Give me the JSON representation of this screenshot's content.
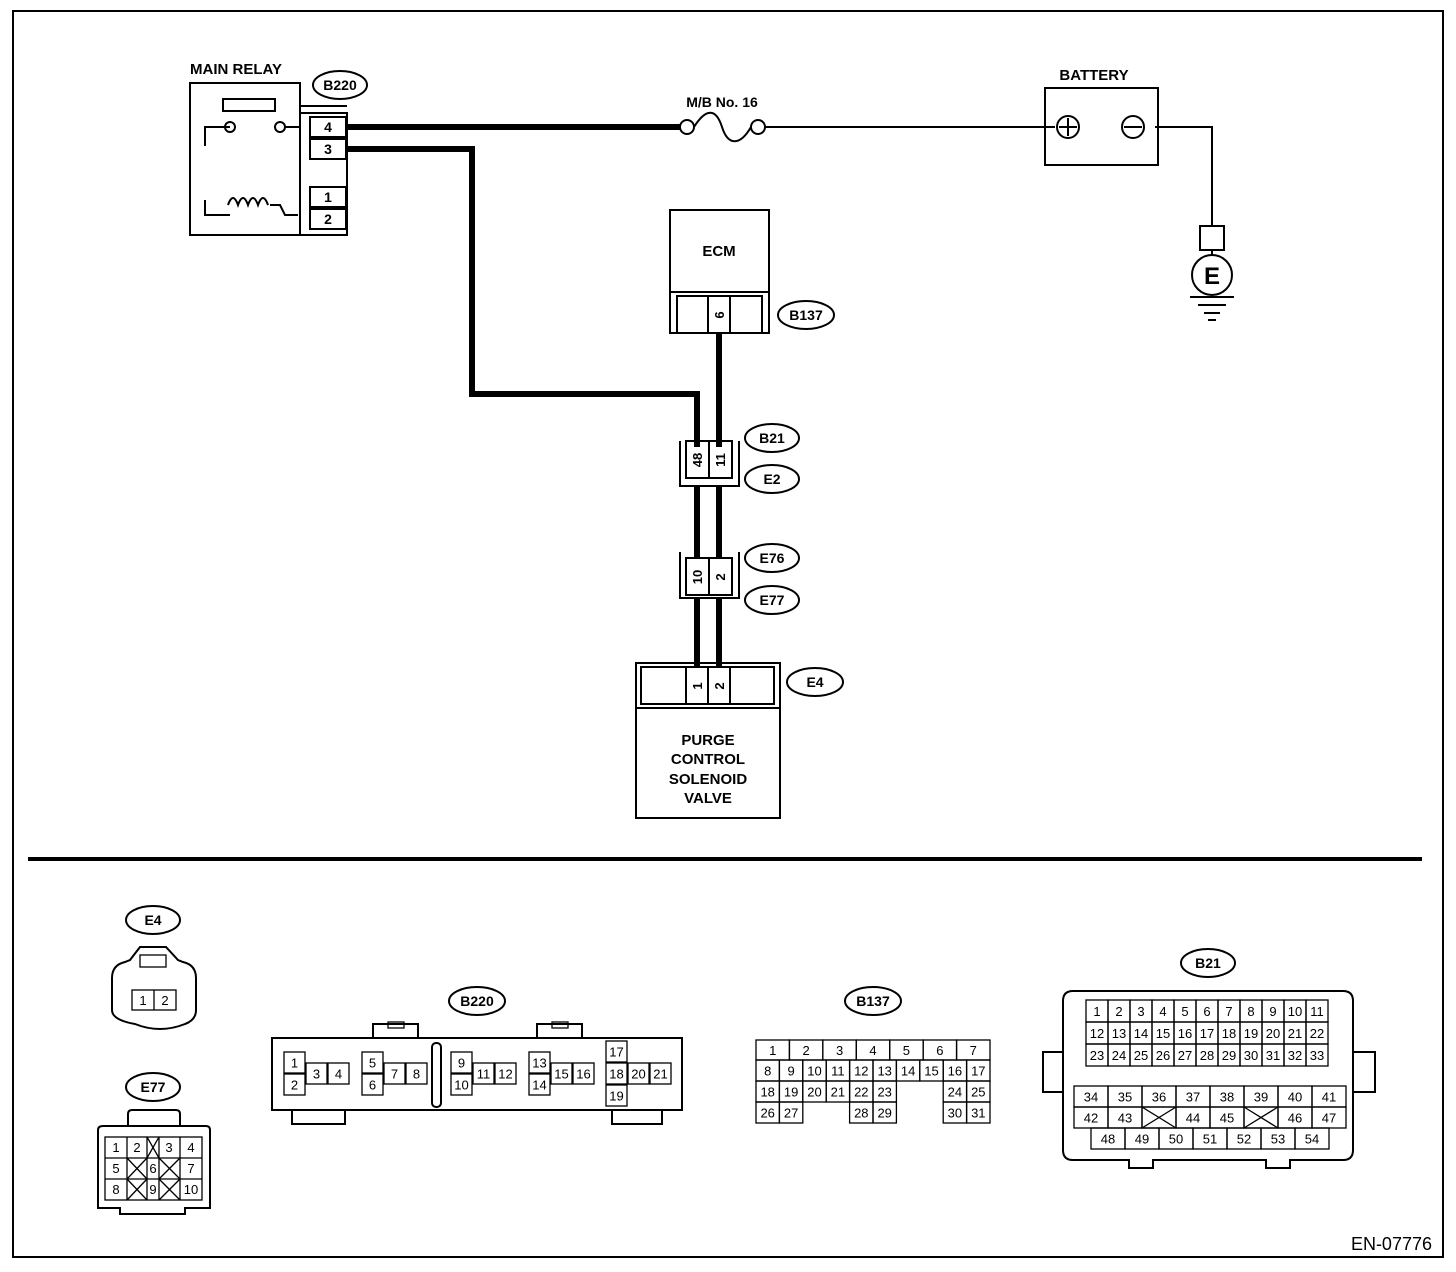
{
  "labels": {
    "main_relay": "MAIN RELAY",
    "battery": "BATTERY",
    "fuse": "M/B No. 16",
    "ecm": "ECM",
    "ground": "E",
    "valve_line1": "PURGE",
    "valve_line2": "CONTROL",
    "valve_line3": "SOLENOID",
    "valve_line4": "VALVE",
    "doc_id": "EN-07776"
  },
  "connectors": {
    "b220": "B220",
    "b137": "B137",
    "b21": "B21",
    "e2": "E2",
    "e76": "E76",
    "e77": "E77",
    "e4": "E4"
  },
  "terminals": {
    "relay": [
      "4",
      "3",
      "1",
      "2"
    ],
    "ecm": "6",
    "b21_e2": [
      "48",
      "11"
    ],
    "e76_e77": [
      "10",
      "2"
    ],
    "e4": [
      "1",
      "2"
    ]
  },
  "pinouts": {
    "e4": [
      "1",
      "2"
    ],
    "e77": [
      [
        "1",
        "2",
        "3",
        "4"
      ],
      [
        "5",
        "6",
        "7"
      ],
      [
        "8",
        "9",
        "10"
      ]
    ],
    "b220": [
      "1",
      "2",
      "3",
      "4",
      "5",
      "6",
      "7",
      "8",
      "9",
      "10",
      "11",
      "12",
      "13",
      "14",
      "15",
      "16",
      "17",
      "18",
      "19",
      "20",
      "21"
    ],
    "b137": {
      "row1": [
        "1",
        "2",
        "3",
        "4",
        "5",
        "6",
        "7"
      ],
      "row2": [
        "8",
        "9",
        "10",
        "11",
        "12",
        "13",
        "14",
        "15",
        "16",
        "17"
      ],
      "row3": [
        "18",
        "19",
        "20",
        "21",
        "22",
        "23",
        "24",
        "25"
      ],
      "row4": [
        "26",
        "27",
        "28",
        "29",
        "30",
        "31"
      ]
    },
    "b21": {
      "row1": [
        "1",
        "2",
        "3",
        "4",
        "5",
        "6",
        "7",
        "8",
        "9",
        "10",
        "11"
      ],
      "row2": [
        "12",
        "13",
        "14",
        "15",
        "16",
        "17",
        "18",
        "19",
        "20",
        "21",
        "22"
      ],
      "row3": [
        "23",
        "24",
        "25",
        "26",
        "27",
        "28",
        "29",
        "30",
        "31",
        "32",
        "33"
      ],
      "row4": [
        "34",
        "35",
        "36",
        "37",
        "38",
        "39",
        "40",
        "41"
      ],
      "row5": [
        "42",
        "43",
        "44",
        "45",
        "46",
        "47"
      ],
      "row6": [
        "48",
        "49",
        "50",
        "51",
        "52",
        "53",
        "54"
      ]
    }
  }
}
